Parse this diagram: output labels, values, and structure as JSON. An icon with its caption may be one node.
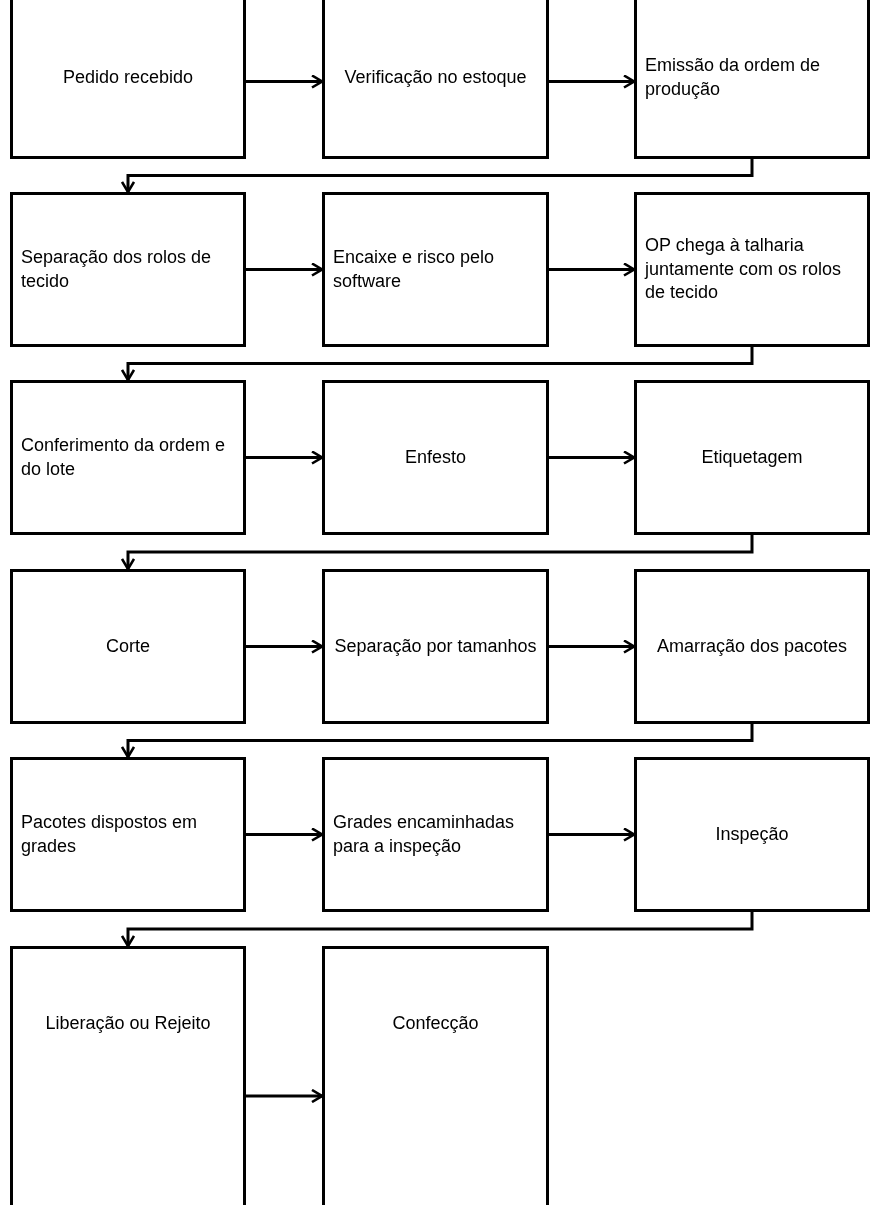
{
  "diagram": {
    "nodes": [
      {
        "text": [
          "Pedido recebido"
        ]
      },
      {
        "text": [
          "Verificação no estoque"
        ]
      },
      {
        "text": [
          "Emissão da ordem de produção"
        ]
      },
      {
        "text": [
          "Separação dos rolos de tecido"
        ]
      },
      {
        "text": [
          "Encaixe e risco pelo software"
        ]
      },
      {
        "text": [
          "OP chega à talharia juntamente com os rolos de tecido"
        ]
      },
      {
        "text": [
          "Conferimento da ordem e do lote"
        ]
      },
      {
        "text": [
          "Enfesto"
        ]
      },
      {
        "text": [
          "Etiquetagem"
        ]
      },
      {
        "text": [
          "Corte"
        ]
      },
      {
        "text": [
          "Separação por tamanhos"
        ]
      },
      {
        "text": [
          "Amarração dos pacotes"
        ]
      },
      {
        "text": [
          "Pacotes dispostos em grades"
        ]
      },
      {
        "text": [
          "Grades encaminhadas para a inspeção"
        ]
      },
      {
        "text": [
          "Inspeção"
        ]
      },
      {
        "text": [
          "Liberação ou Rejeito"
        ]
      },
      {
        "text": [
          "Confecção"
        ]
      }
    ],
    "edges": [
      {
        "from": 0,
        "to": 1,
        "arrow": "to"
      },
      {
        "from": 1,
        "to": 2,
        "arrow": "to"
      },
      {
        "from": 2,
        "to": 3,
        "arrow": "to"
      },
      {
        "from": 3,
        "to": 4,
        "arrow": "to"
      },
      {
        "from": 4,
        "to": 5,
        "arrow": "to"
      },
      {
        "from": 5,
        "to": 6,
        "arrow": "to"
      },
      {
        "from": 6,
        "to": 7,
        "arrow": "to"
      },
      {
        "from": 7,
        "to": 8,
        "arrow": "to"
      },
      {
        "from": 8,
        "to": 9,
        "arrow": "to"
      },
      {
        "from": 9,
        "to": 10,
        "arrow": "to"
      },
      {
        "from": 10,
        "to": 11,
        "arrow": "to"
      },
      {
        "from": 11,
        "to": 12,
        "arrow": "to"
      },
      {
        "from": 12,
        "to": 13,
        "arrow": "to"
      },
      {
        "from": 13,
        "to": 14,
        "arrow": "to"
      },
      {
        "from": 14,
        "to": 15,
        "arrow": "to"
      },
      {
        "from": 15,
        "to": 16,
        "arrow": "to"
      }
    ]
  }
}
